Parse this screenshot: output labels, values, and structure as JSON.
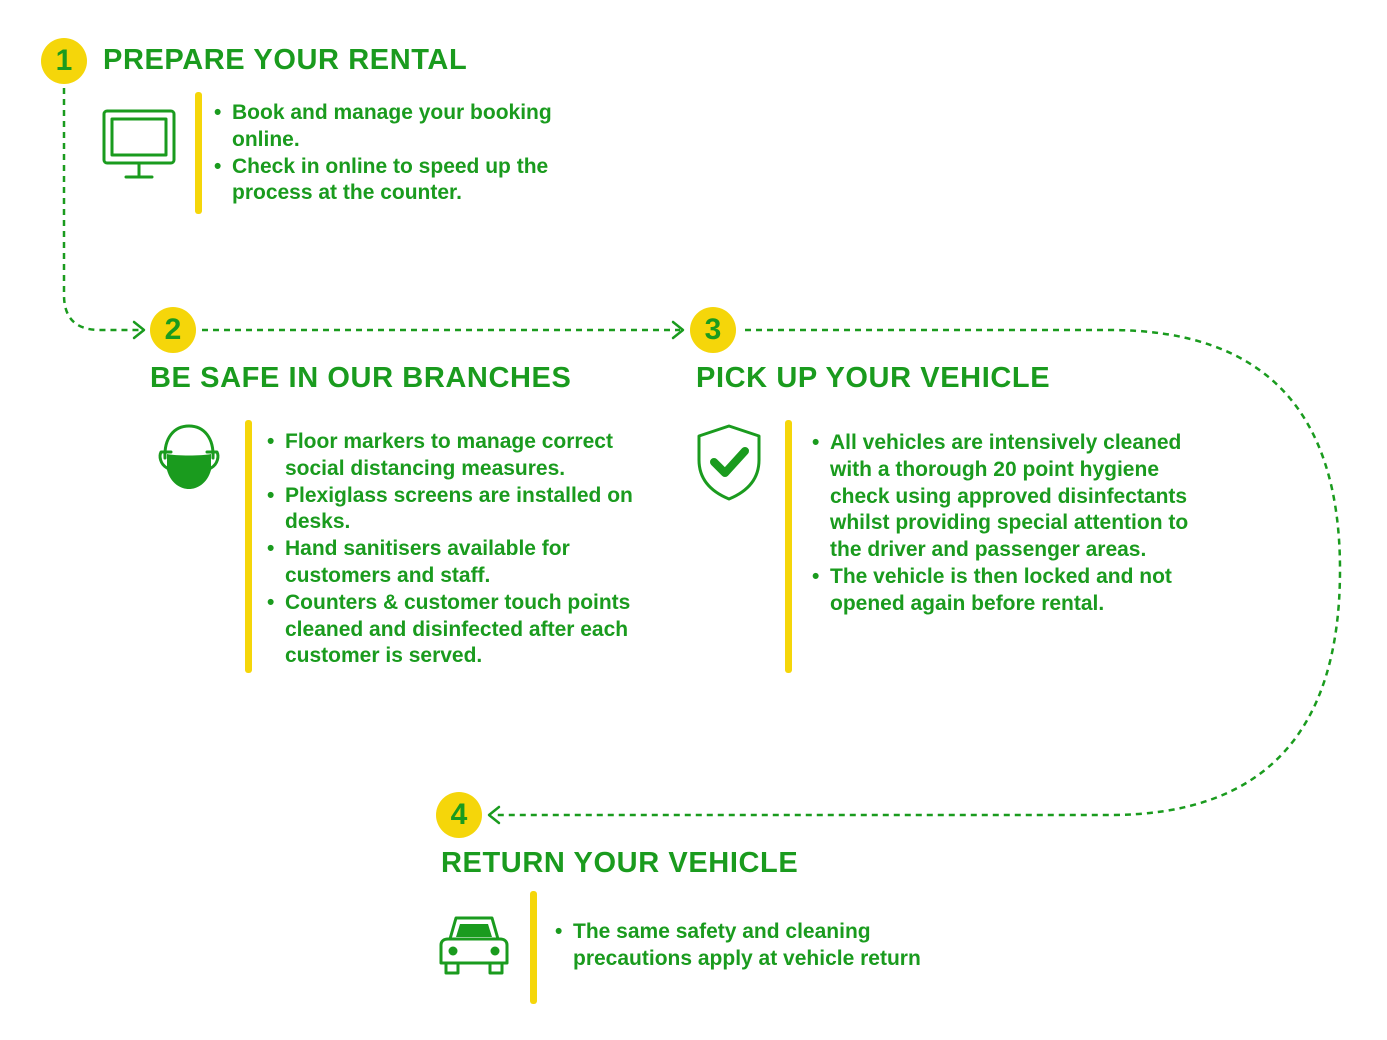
{
  "colors": {
    "green": "#1a9b1e",
    "yellow": "#f5d60a"
  },
  "steps": [
    {
      "number": "1",
      "title": "PREPARE YOUR RENTAL",
      "icon": "monitor-icon",
      "bullets": [
        "Book and manage your booking online.",
        "Check in online to speed up the process at the counter."
      ]
    },
    {
      "number": "2",
      "title": "BE SAFE IN OUR BRANCHES",
      "icon": "face-mask-icon",
      "bullets": [
        "Floor markers to manage correct social distancing measures.",
        "Plexiglass screens are installed on desks.",
        "Hand sanitisers available for customers and staff.",
        "Counters & customer touch points cleaned and disinfected after each customer is served."
      ]
    },
    {
      "number": "3",
      "title": "PICK UP YOUR VEHICLE",
      "icon": "shield-check-icon",
      "bullets": [
        "All vehicles are intensively cleaned with a thorough 20 point hygiene check using approved disinfectants whilst providing special attention to the driver and passenger areas.",
        "The vehicle is then locked and not opened again before rental."
      ]
    },
    {
      "number": "4",
      "title": "RETURN YOUR VEHICLE",
      "icon": "car-icon",
      "bullets": [
        "The same safety and cleaning precautions apply at vehicle return"
      ]
    }
  ]
}
